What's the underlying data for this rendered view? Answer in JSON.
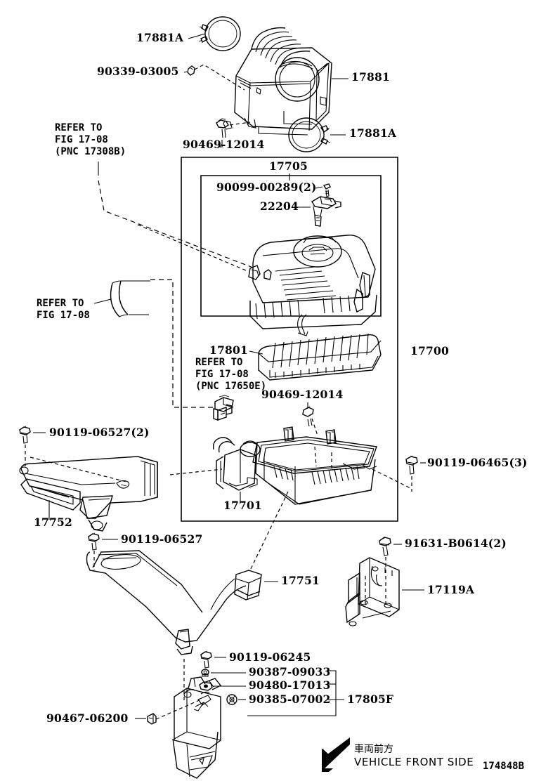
{
  "diagram": {
    "number": "174848B",
    "front_marker_jp": "車両前方",
    "front_marker_en": "VEHICLE FRONT SIDE"
  },
  "callouts": {
    "clamp_top": "17881A",
    "clip_90339": "90339-03005",
    "hose_17881": "17881",
    "bolt_90469_top": "90469-12014",
    "clamp_lower": "17881A",
    "cap_group_17705": "17705",
    "screw_90099": "90099-00289(2)",
    "maf_sensor_22204": "22204",
    "filter_17801": "17801",
    "bolt_90469_mid": "90469-12014",
    "assembly_17700": "17700",
    "bolt_90119_06527_2": "90119-06527(2)",
    "duct_17752": "17752",
    "bolt_90119_06465_3": "90119-06465(3)",
    "case_17701": "17701",
    "bolt_90119_06527": "90119-06527",
    "inlet_17751": "17751",
    "bolt_91631": "91631-B0614(2)",
    "bracket_17119A": "17119A",
    "bolt_90119_06245": "90119-06245",
    "grommet_90387": "90387-09033",
    "collar_90480": "90480-17013",
    "nut_90385": "90385-07002",
    "resonator_17805F": "17805F",
    "clip_90467": "90467-06200"
  },
  "refer_blocks": {
    "top_left": "REFER TO\nFIG 17-08\n(PNC 17308B)",
    "mid_left": "REFER TO\nFIG 17-08",
    "filter_ref": "REFER TO\nFIG 17-08\n(PNC 17650E)"
  },
  "colors": {
    "line": "#000000",
    "background": "#ffffff"
  }
}
